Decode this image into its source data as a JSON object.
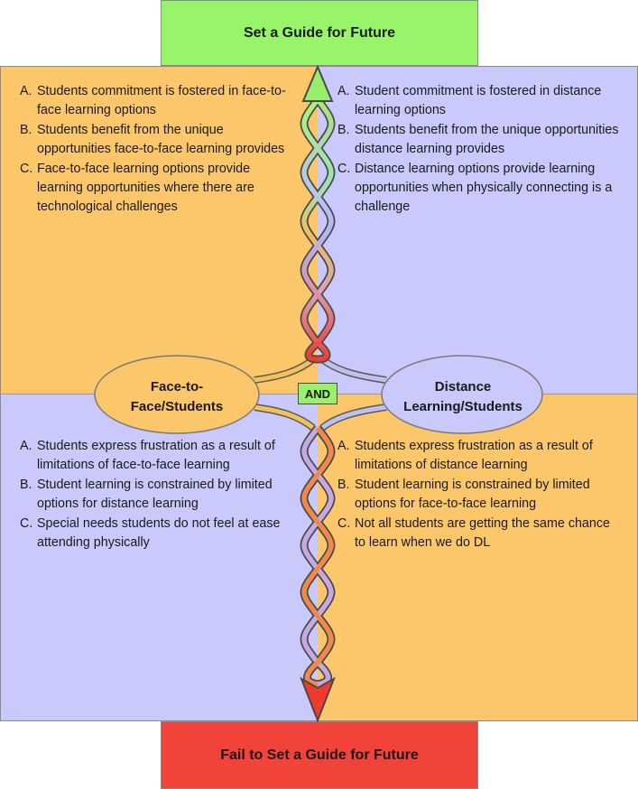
{
  "top_goal": "Set a Guide for Future",
  "bottom_goal": "Fail to Set a Guide for Future",
  "pole_left": "Face-to-\nFace/Students",
  "pole_right": "Distance\nLearning/Students",
  "connector": "AND",
  "quadrants": {
    "top_left": [
      {
        "letter": "A.",
        "text": "Students commitment is fostered in face-to-face learning options"
      },
      {
        "letter": "B.",
        "text": "Students benefit from the unique opportunities face-to-face learning provides"
      },
      {
        "letter": "C.",
        "text": "Face-to-face learning options provide learning opportunities where there are technological challenges"
      }
    ],
    "top_right": [
      {
        "letter": "A.",
        "text": "Student commitment is fostered in distance learning options"
      },
      {
        "letter": "B.",
        "text": "Students benefit from the unique opportunities distance learning provides"
      },
      {
        "letter": "C.",
        "text": "Distance learning options provide learning opportunities when physically connecting is a challenge"
      }
    ],
    "bottom_left": [
      {
        "letter": "A.",
        "text": "Students express frustration as a result of limitations of face-to-face learning"
      },
      {
        "letter": "B.",
        "text": "Student learning is constrained by limited options for distance learning"
      },
      {
        "letter": "C.",
        "text": "Special needs students do not feel at ease attending physically"
      }
    ],
    "bottom_right": [
      {
        "letter": "A.",
        "text": "Students express frustration as a result of limitations of distance learning"
      },
      {
        "letter": "B.",
        "text": "Student learning is constrained by limited options for face-to-face learning"
      },
      {
        "letter": "C.",
        "text": "Not all students are getting the same chance to learn when we do DL"
      }
    ]
  },
  "colors": {
    "upside_green": "#98f56a",
    "downside_red": "#f2433a",
    "orange_quadrant": "#fcc76a",
    "lavender_quadrant": "#c9c9fb"
  }
}
